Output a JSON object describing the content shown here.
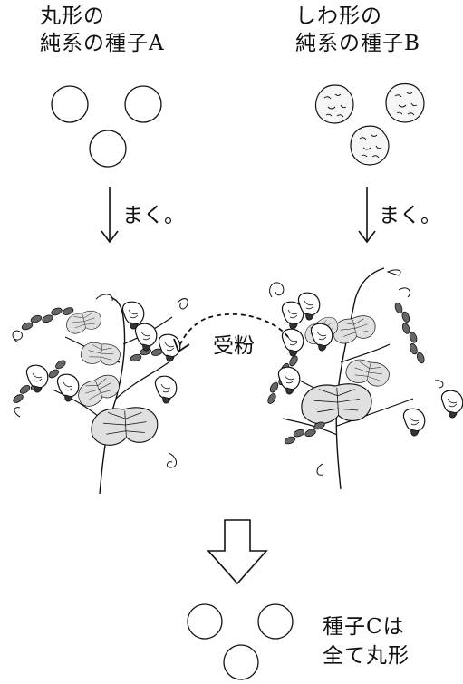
{
  "seed_a": {
    "line1": "丸形の",
    "line2": "純系の種子A",
    "shape": "round"
  },
  "seed_b": {
    "line1": "しわ形の",
    "line2": "純系の種子B",
    "shape": "wrinkled"
  },
  "sow_a": "まく。",
  "sow_b": "まく。",
  "pollination": "受粉",
  "seed_c": {
    "line1": "種子Cは",
    "line2": "全て丸形",
    "shape": "round"
  },
  "colors": {
    "ink": "#111111",
    "background": "#ffffff",
    "leaf_fill": "#e8e8e8"
  }
}
